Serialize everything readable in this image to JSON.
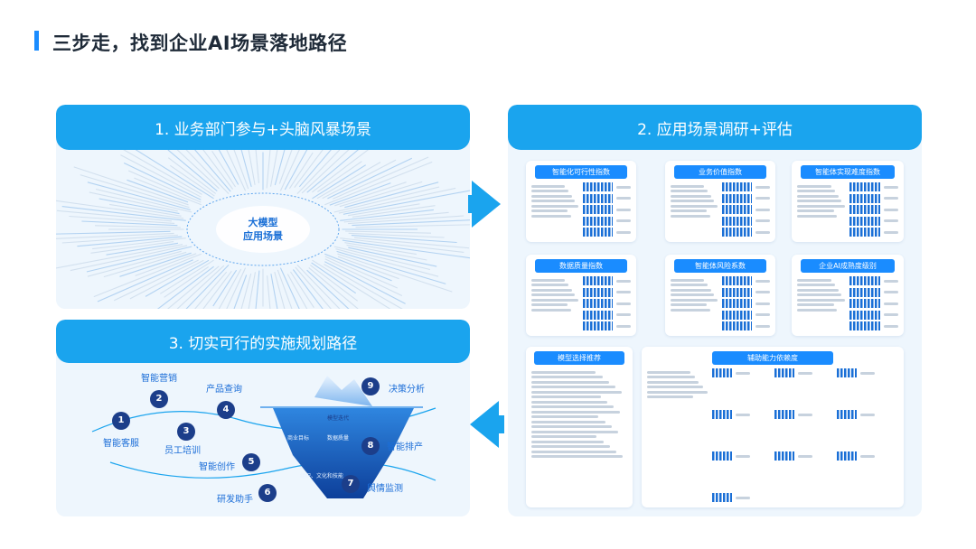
{
  "slide": {
    "title": "三步走，找到企业AI场景落地路径"
  },
  "colors": {
    "accent": "#1aa4ee",
    "dark_node": "#1c3e8a",
    "title_blue": "#1a8cff"
  },
  "step1": {
    "header": "1. 业务部门参与+头脑风暴场景",
    "center_line1": "大模型",
    "center_line2": "应用场景"
  },
  "step2": {
    "header": "2. 应用场景调研+评估",
    "cards": [
      {
        "title": "智能化可行性指数"
      },
      {
        "title": "业务价值指数"
      },
      {
        "title": "智能体实现难度指数"
      },
      {
        "title": "数据质量指数"
      },
      {
        "title": "智能体风险系数"
      },
      {
        "title": "企业AI成熟度级别"
      },
      {
        "title": "模型选择推荐"
      },
      {
        "title": "辅助能力依赖度"
      }
    ]
  },
  "step3": {
    "header": "3. 切实可行的实施规划路径",
    "iceberg_labels": [
      "模型迭代",
      "商业目标",
      "数据质量",
      "组织、文化和技能"
    ],
    "scenarios": [
      {
        "num": "1",
        "label": "智能客服"
      },
      {
        "num": "2",
        "label": "智能营销"
      },
      {
        "num": "3",
        "label": "员工培训"
      },
      {
        "num": "4",
        "label": "产品查询"
      },
      {
        "num": "5",
        "label": "智能创作"
      },
      {
        "num": "6",
        "label": "研发助手"
      },
      {
        "num": "7",
        "label": "舆情监测"
      },
      {
        "num": "8",
        "label": "智能排产"
      },
      {
        "num": "9",
        "label": "决策分析"
      }
    ]
  }
}
